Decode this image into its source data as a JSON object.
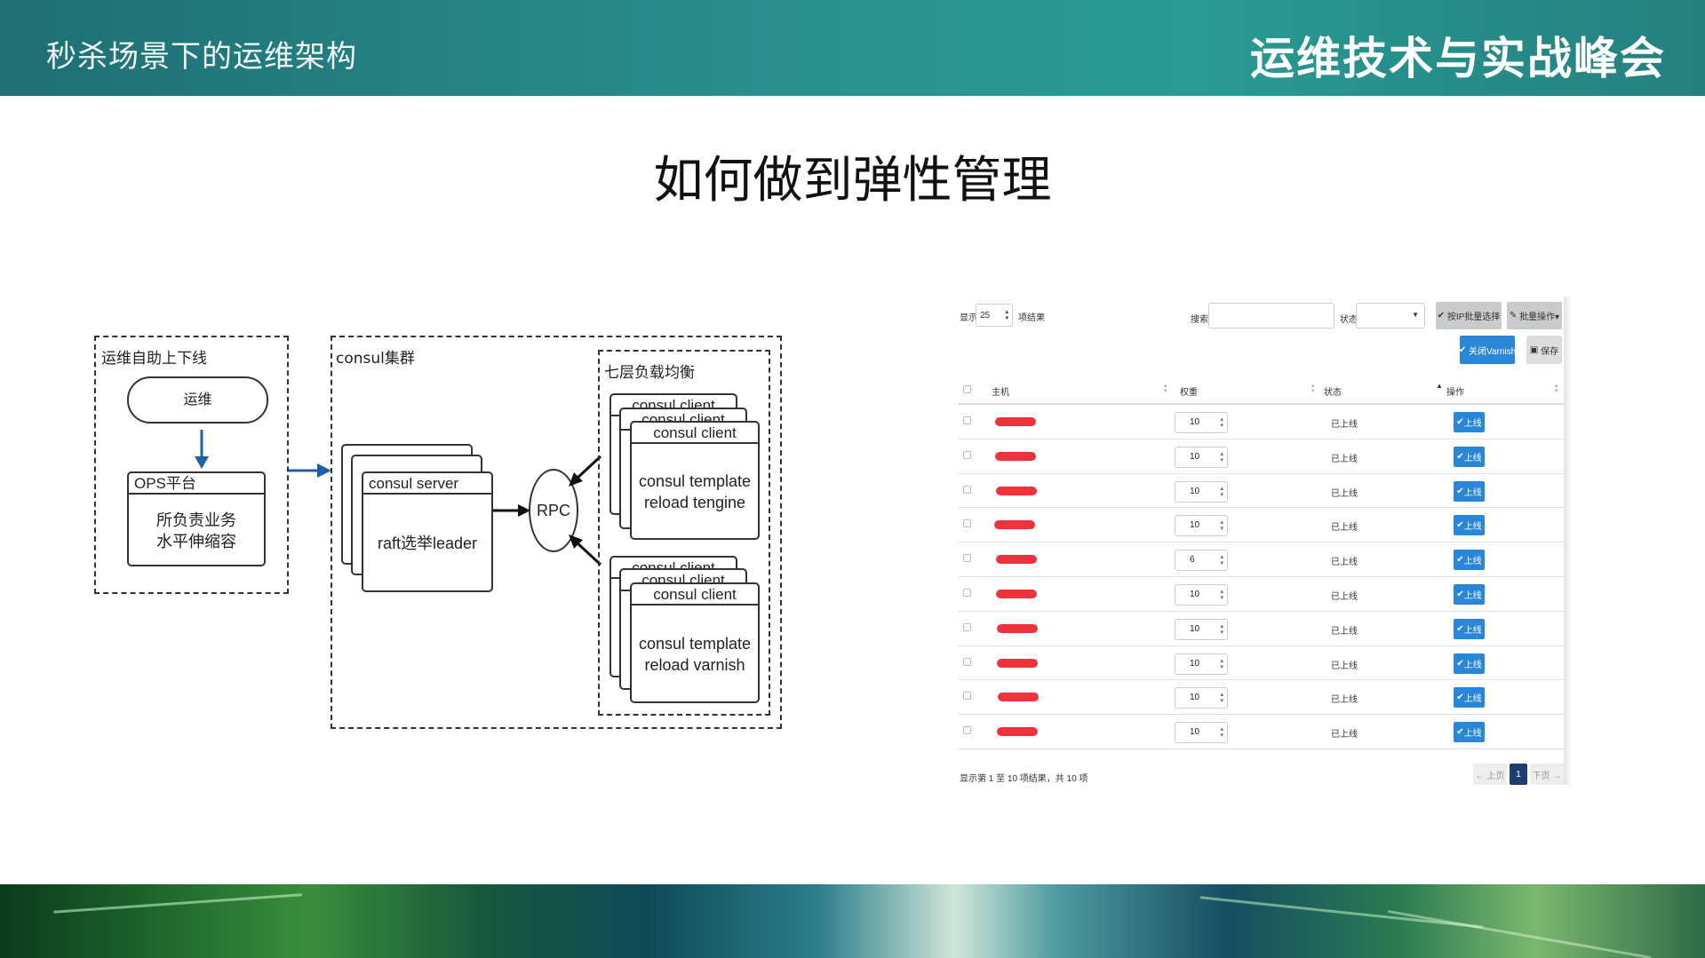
{
  "header": {
    "subject": "秒杀场景下的运维架构",
    "brand": "运维技术与实战峰会"
  },
  "slide_title": "如何做到弹性管理",
  "diagram": {
    "ops_group_label": "运维自助上下线",
    "ops_node": "运维",
    "ops_platform_title": "OPS平台",
    "ops_platform_line1": "所负责业务",
    "ops_platform_line2": "水平伸缩容",
    "consul_cluster_label": "consul集群",
    "consul_server_title": "consul server",
    "consul_server_body": "raft选举leader",
    "rpc_label": "RPC",
    "lb_group_label": "七层负载均衡",
    "consul_client_title": "consul client",
    "client_top_line1": "consul template",
    "client_top_line2": "reload tengine",
    "client_bottom_line1": "consul template",
    "client_bottom_line2": "reload varnish"
  },
  "table_ui": {
    "show_prefix": "显示",
    "page_size": "25",
    "show_suffix": "项结果",
    "search_label": "搜索:",
    "search_value": "",
    "status_label": "状态:",
    "status_value": "",
    "btn_ip_select": "按IP批量选择",
    "btn_batch": "批量操作▾",
    "btn_close_varnish": "关闭Varnish",
    "btn_save": "保存",
    "columns": {
      "host": "主机",
      "weight": "权重",
      "status": "状态",
      "action": "操作"
    },
    "rows": [
      {
        "weight": "10",
        "status": "已上线",
        "action": "上线"
      },
      {
        "weight": "10",
        "status": "已上线",
        "action": "上线"
      },
      {
        "weight": "10",
        "status": "已上线",
        "action": "上线"
      },
      {
        "weight": "10",
        "status": "已上线",
        "action": "上线"
      },
      {
        "weight": "6",
        "status": "已上线",
        "action": "上线"
      },
      {
        "weight": "10",
        "status": "已上线",
        "action": "上线"
      },
      {
        "weight": "10",
        "status": "已上线",
        "action": "上线"
      },
      {
        "weight": "10",
        "status": "已上线",
        "action": "上线"
      },
      {
        "weight": "10",
        "status": "已上线",
        "action": "上线"
      },
      {
        "weight": "10",
        "status": "已上线",
        "action": "上线"
      }
    ],
    "footer_info": "显示第 1 至 10 项结果，共 10 项",
    "prev": "← 上页",
    "page": "1",
    "next": "下页 →"
  },
  "colors": {
    "header_teal": "#2a8f8e",
    "accent_blue": "#2a87d8",
    "redaction_red": "#f0323c",
    "arrow_blue": "#1f5fa8"
  }
}
